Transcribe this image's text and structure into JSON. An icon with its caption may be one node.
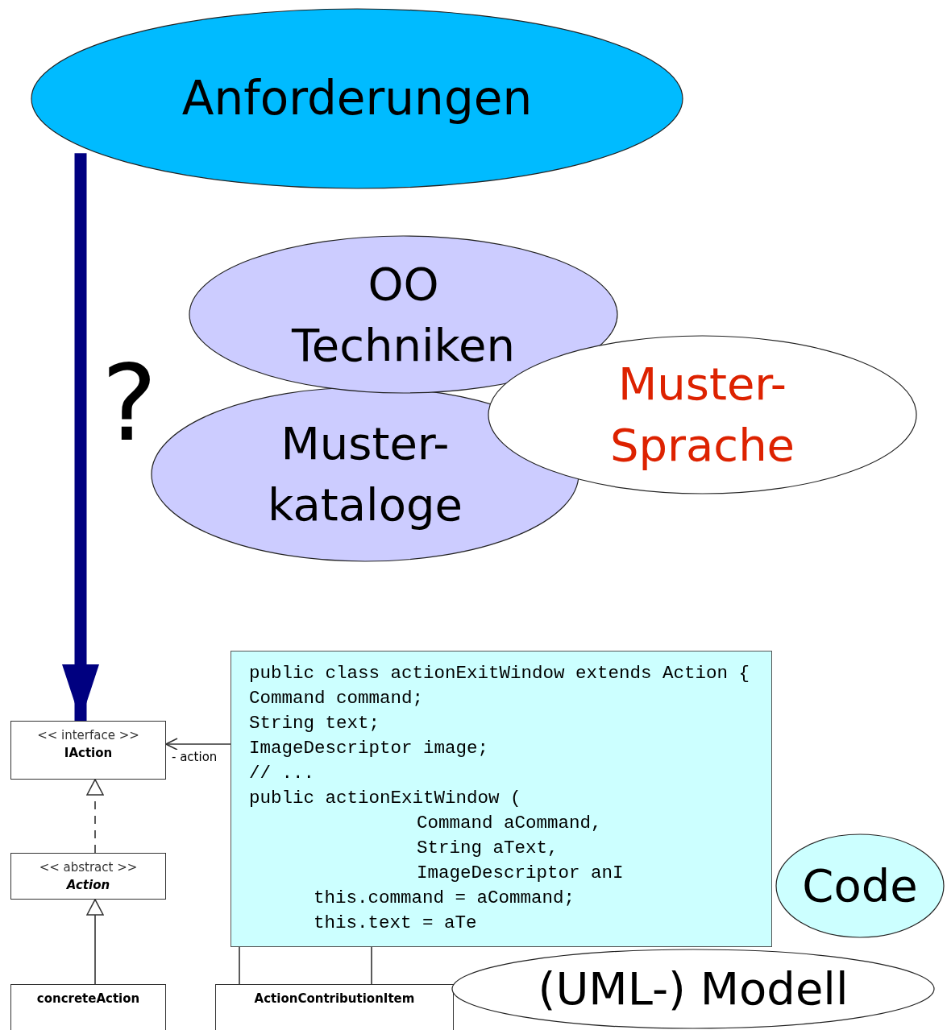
{
  "diagram": {
    "nodes": [
      {
        "text": [
          "Anforderungen"
        ]
      },
      {
        "text": [
          "OO Techniken"
        ]
      },
      {
        "text": [
          "Muster- kataloge"
        ]
      },
      {
        "text": [
          "Muster- Sprache"
        ]
      },
      {
        "text": [
          "public class actionExitWindow extends Action {",
          "Command command;",
          "String text;",
          "ImageDescriptor image;",
          "// ...",
          "public actionExitWindow (",
          "Command aCommand,",
          "String aText,",
          "ImageDescriptor anI",
          "this.command = aCommand;",
          "this.text = aTe"
        ]
      },
      {
        "text": [
          "Code"
        ]
      },
      {
        "text": [
          "(UML-) Modell"
        ]
      },
      {
        "text": [
          "<< interface >>",
          "IAction"
        ]
      },
      {
        "text": [
          "<< abstract >>",
          "Action"
        ]
      },
      {
        "text": [
          "concreteAction"
        ]
      },
      {
        "text": [
          "ActionContributionItem"
        ]
      }
    ],
    "edges": [
      {
        "from": 0,
        "to": 7,
        "arrow": "to",
        "style": "thick",
        "color": "#000080"
      },
      {
        "from": 4,
        "to": 7,
        "arrow": "to",
        "label": "- action"
      },
      {
        "from": 8,
        "to": 7,
        "arrow": "to",
        "style": "dashed"
      },
      {
        "from": 9,
        "to": 8,
        "arrow": "to"
      },
      {
        "from": 4,
        "to": 10,
        "arrow": "none"
      },
      {
        "from": 4,
        "to": 10,
        "arrow": "none"
      }
    ],
    "labels": [
      "?"
    ]
  }
}
